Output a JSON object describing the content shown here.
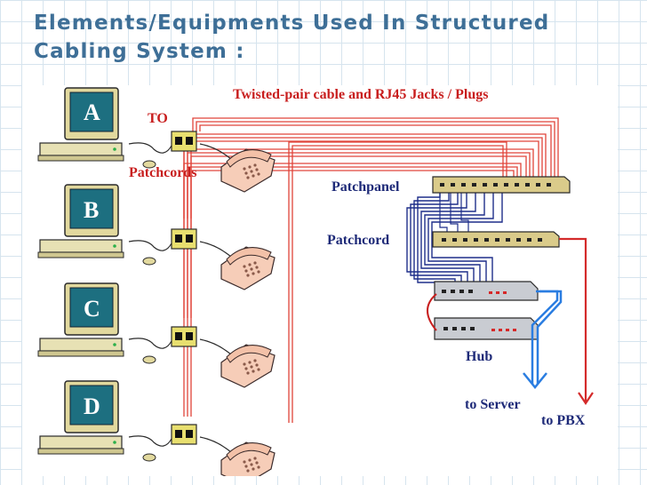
{
  "slide": {
    "title_line1": "Elements/Equipments Used In Structured",
    "title_line2": "Cabling System :"
  },
  "diagram": {
    "cable_label": "Twisted-pair cable and RJ45 Jacks / Plugs",
    "to_label": "TO",
    "patchcords_label": "Patchcords",
    "patchpanel_label": "Patchpanel",
    "patchcord_label": "Patchcord",
    "hub_label": "Hub",
    "server_label": "to Server",
    "pbx_label": "to PBX",
    "workstations": [
      "A",
      "B",
      "C",
      "D"
    ]
  },
  "colors": {
    "title": "#3e6f97",
    "label": "#1e2a78",
    "cable_red": "#e0443a",
    "cable_blue": "#1f2f8a",
    "server_link": "#2a7de1",
    "pbx_link": "#d42a2a",
    "monitor_screen": "#1d6f80",
    "phone": "#f6cdb8"
  }
}
